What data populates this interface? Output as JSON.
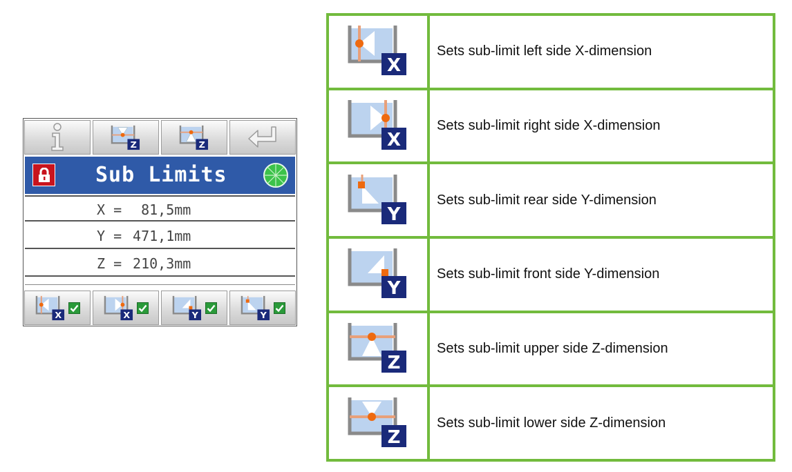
{
  "device": {
    "top_toolbar": [
      {
        "name": "info-button",
        "icon": "info-icon"
      },
      {
        "name": "sub-limit-z-lower-button",
        "icon": "sub-limit-z-lower-icon",
        "badge": "Z"
      },
      {
        "name": "sub-limit-z-upper-button",
        "icon": "sub-limit-z-upper-icon",
        "badge": "Z"
      },
      {
        "name": "enter-button",
        "icon": "return-arrow-icon"
      }
    ],
    "title": "Sub Limits",
    "lock_icon": "lock-icon",
    "status_icon": "green-globe-icon",
    "values": [
      {
        "label": "X =",
        "value": "  81,5mm"
      },
      {
        "label": "Y =",
        "value": " 471,1mm"
      },
      {
        "label": "Z =",
        "value": " 210,3mm"
      }
    ],
    "bottom_toolbar": [
      {
        "name": "sub-limit-x-left-button",
        "badge": "X"
      },
      {
        "name": "sub-limit-x-right-button",
        "badge": "X"
      },
      {
        "name": "sub-limit-y-front-button",
        "badge": "Y"
      },
      {
        "name": "sub-limit-y-rear-button",
        "badge": "Y"
      }
    ],
    "check_icon": "check-icon"
  },
  "legend": [
    {
      "icon": "sub-limit-x-left-icon",
      "badge": "X",
      "description": "Sets sub-limit left side X-dimension"
    },
    {
      "icon": "sub-limit-x-right-icon",
      "badge": "X",
      "description": "Sets sub-limit right side X-dimension"
    },
    {
      "icon": "sub-limit-y-rear-icon",
      "badge": "Y",
      "description": "Sets sub-limit rear side Y-dimension"
    },
    {
      "icon": "sub-limit-y-front-icon",
      "badge": "Y",
      "description": "Sets sub-limit front side Y-dimension"
    },
    {
      "icon": "sub-limit-z-upper-icon",
      "badge": "Z",
      "description": "Sets sub-limit upper side Z-dimension"
    },
    {
      "icon": "sub-limit-z-lower-icon",
      "badge": "Z",
      "description": "Sets sub-limit lower side Z-dimension"
    }
  ],
  "colors": {
    "title_bar": "#2f5aa8",
    "lock": "#c8141e",
    "badge": "#1a2a7a",
    "marker": "#ee6a10",
    "table_border": "#72bb3d",
    "check": "#2a9a3a"
  }
}
